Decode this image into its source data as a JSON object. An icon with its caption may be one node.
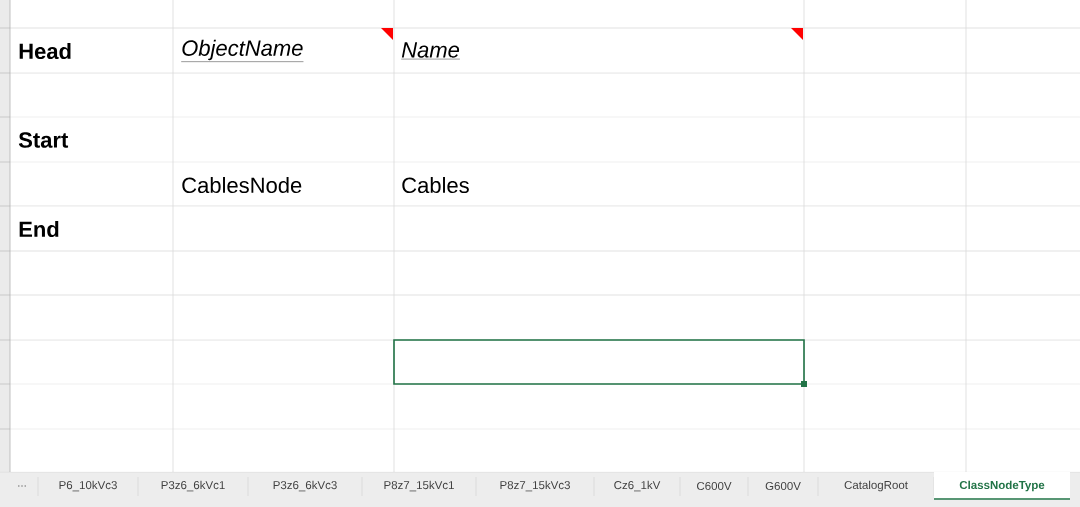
{
  "diagram": {
    "labels": [
      "Head",
      "ObjectName",
      "Name",
      "Start",
      "CablesNode",
      "Cables",
      "End",
      "...",
      "P6_10kVc3",
      "P3z6_6kVc1",
      "P3z6_6kVc3",
      "P8z7_15kVc1",
      "P8z7_15kVc3",
      "Cz6_1kV",
      "C600V",
      "G600V",
      "CatalogRoot",
      "ClassNodeType"
    ]
  }
}
